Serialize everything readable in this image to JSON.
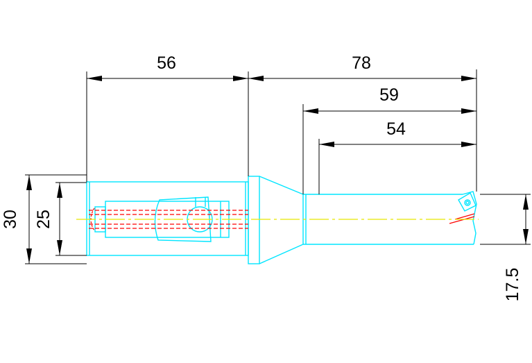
{
  "dimensions": {
    "d56": "56",
    "d78": "78",
    "d59": "59",
    "d54": "54",
    "d30": "30",
    "d25": "25",
    "d17_5": "17.5"
  },
  "colors": {
    "tool_outline": "#00e5ff",
    "center_line": "#e8e800",
    "hidden_line": "#ff0000",
    "dimension_line": "#000000",
    "background": "#ffffff"
  }
}
